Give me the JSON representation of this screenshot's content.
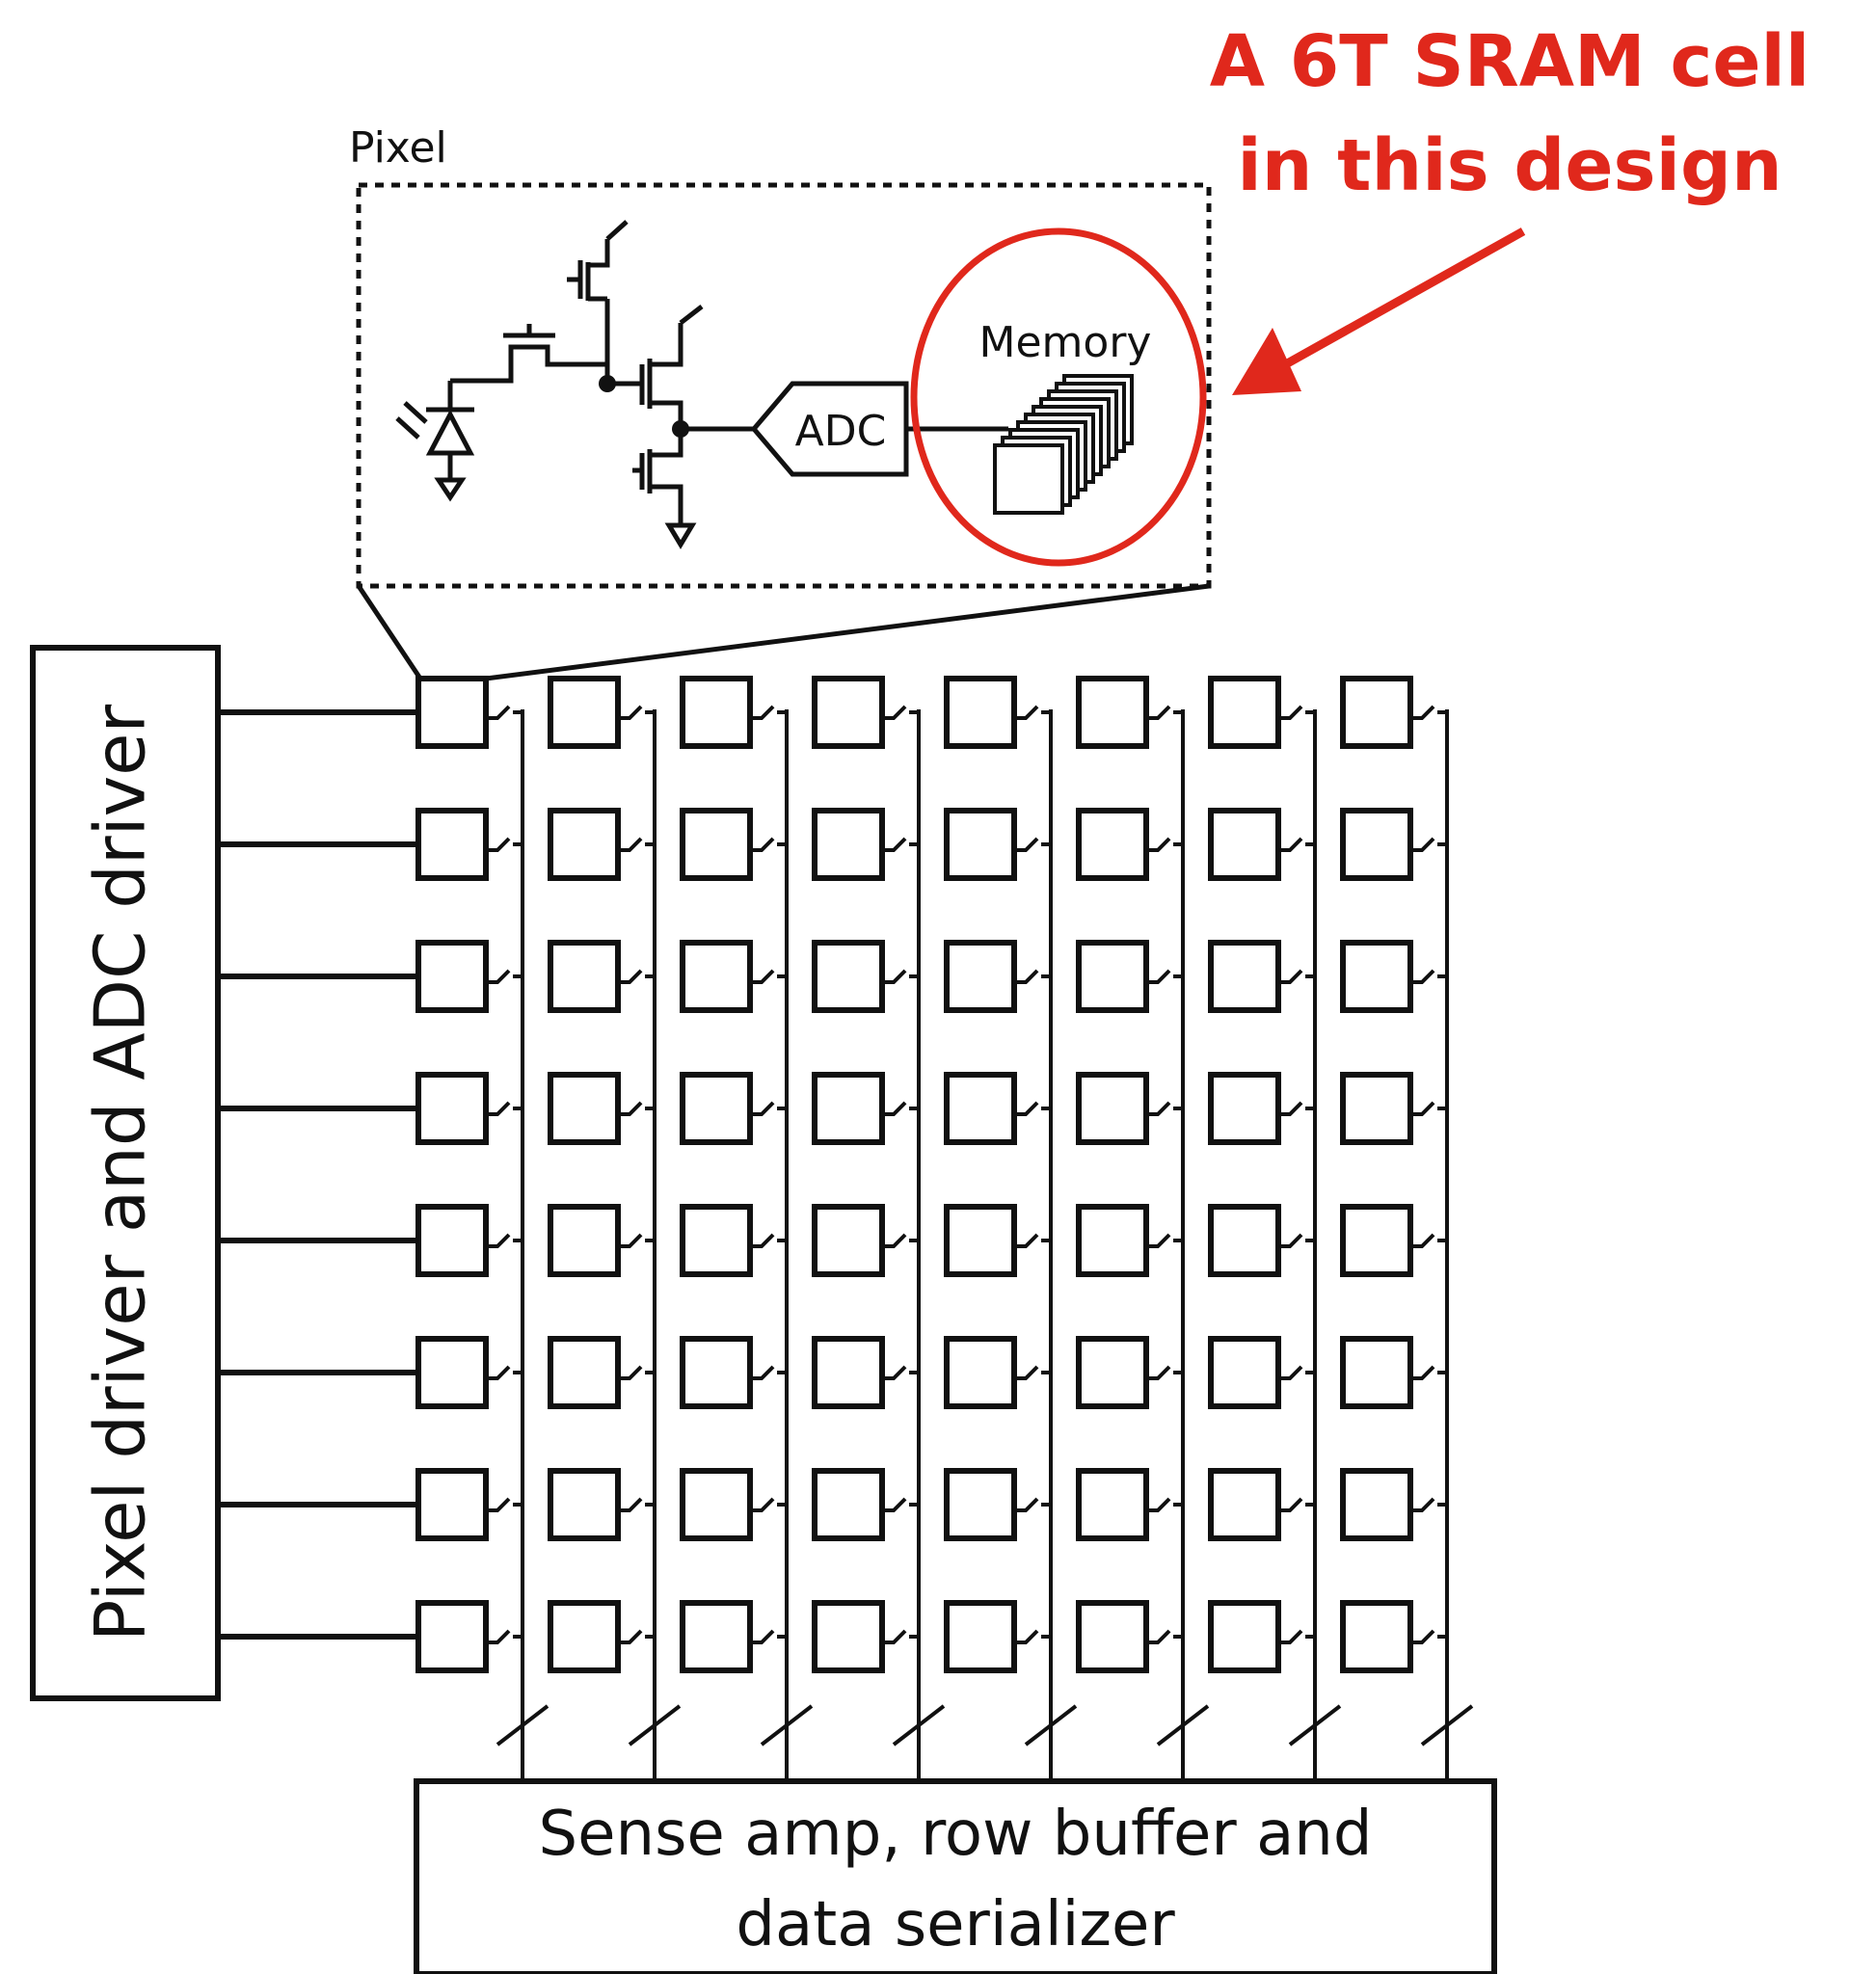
{
  "annotation": {
    "line1": "A 6T SRAM cell",
    "line2": "in this design",
    "color": "#e0281c"
  },
  "pixel_inset": {
    "title": "Pixel",
    "adc_label": "ADC",
    "memory_label": "Memory"
  },
  "driver": {
    "label": "Pixel driver and ADC driver"
  },
  "bottom_block": {
    "line1": "Sense amp, row buffer and",
    "line2": "data serializer"
  },
  "array": {
    "rows": 8,
    "cols": 8
  }
}
